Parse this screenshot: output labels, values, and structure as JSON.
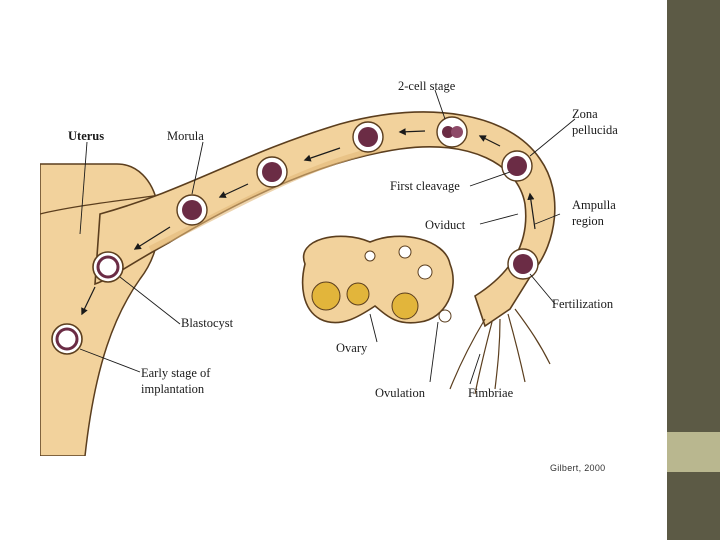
{
  "slide": {
    "citation": "Gilbert,  2000"
  },
  "diagram": {
    "labels": {
      "uterus": "Uterus",
      "morula": "Morula",
      "two_cell_stage": "2-cell stage",
      "zona_pellucida_line1": "Zona",
      "zona_pellucida_line2": "pellucida",
      "first_cleavage": "First cleavage",
      "ampulla_line1": "Ampulla",
      "ampulla_line2": "region",
      "oviduct": "Oviduct",
      "fertilization": "Fertilization",
      "blastocyst": "Blastocyst",
      "ovary": "Ovary",
      "early_stage_line1": "Early stage of",
      "early_stage_line2": "implantation",
      "ovulation": "Ovulation",
      "fimbriae": "Fimbriae"
    },
    "colors": {
      "tissue": "#f2d29c",
      "tissue_dark": "#e3b979",
      "outline": "#5b3e1e",
      "embryo": "#6b2c45",
      "embryo_light": "#8e4a68",
      "follicle": "#e2b53b",
      "sidebar_dark": "#5c5a45",
      "sidebar_accent": "#b9b78f"
    }
  }
}
